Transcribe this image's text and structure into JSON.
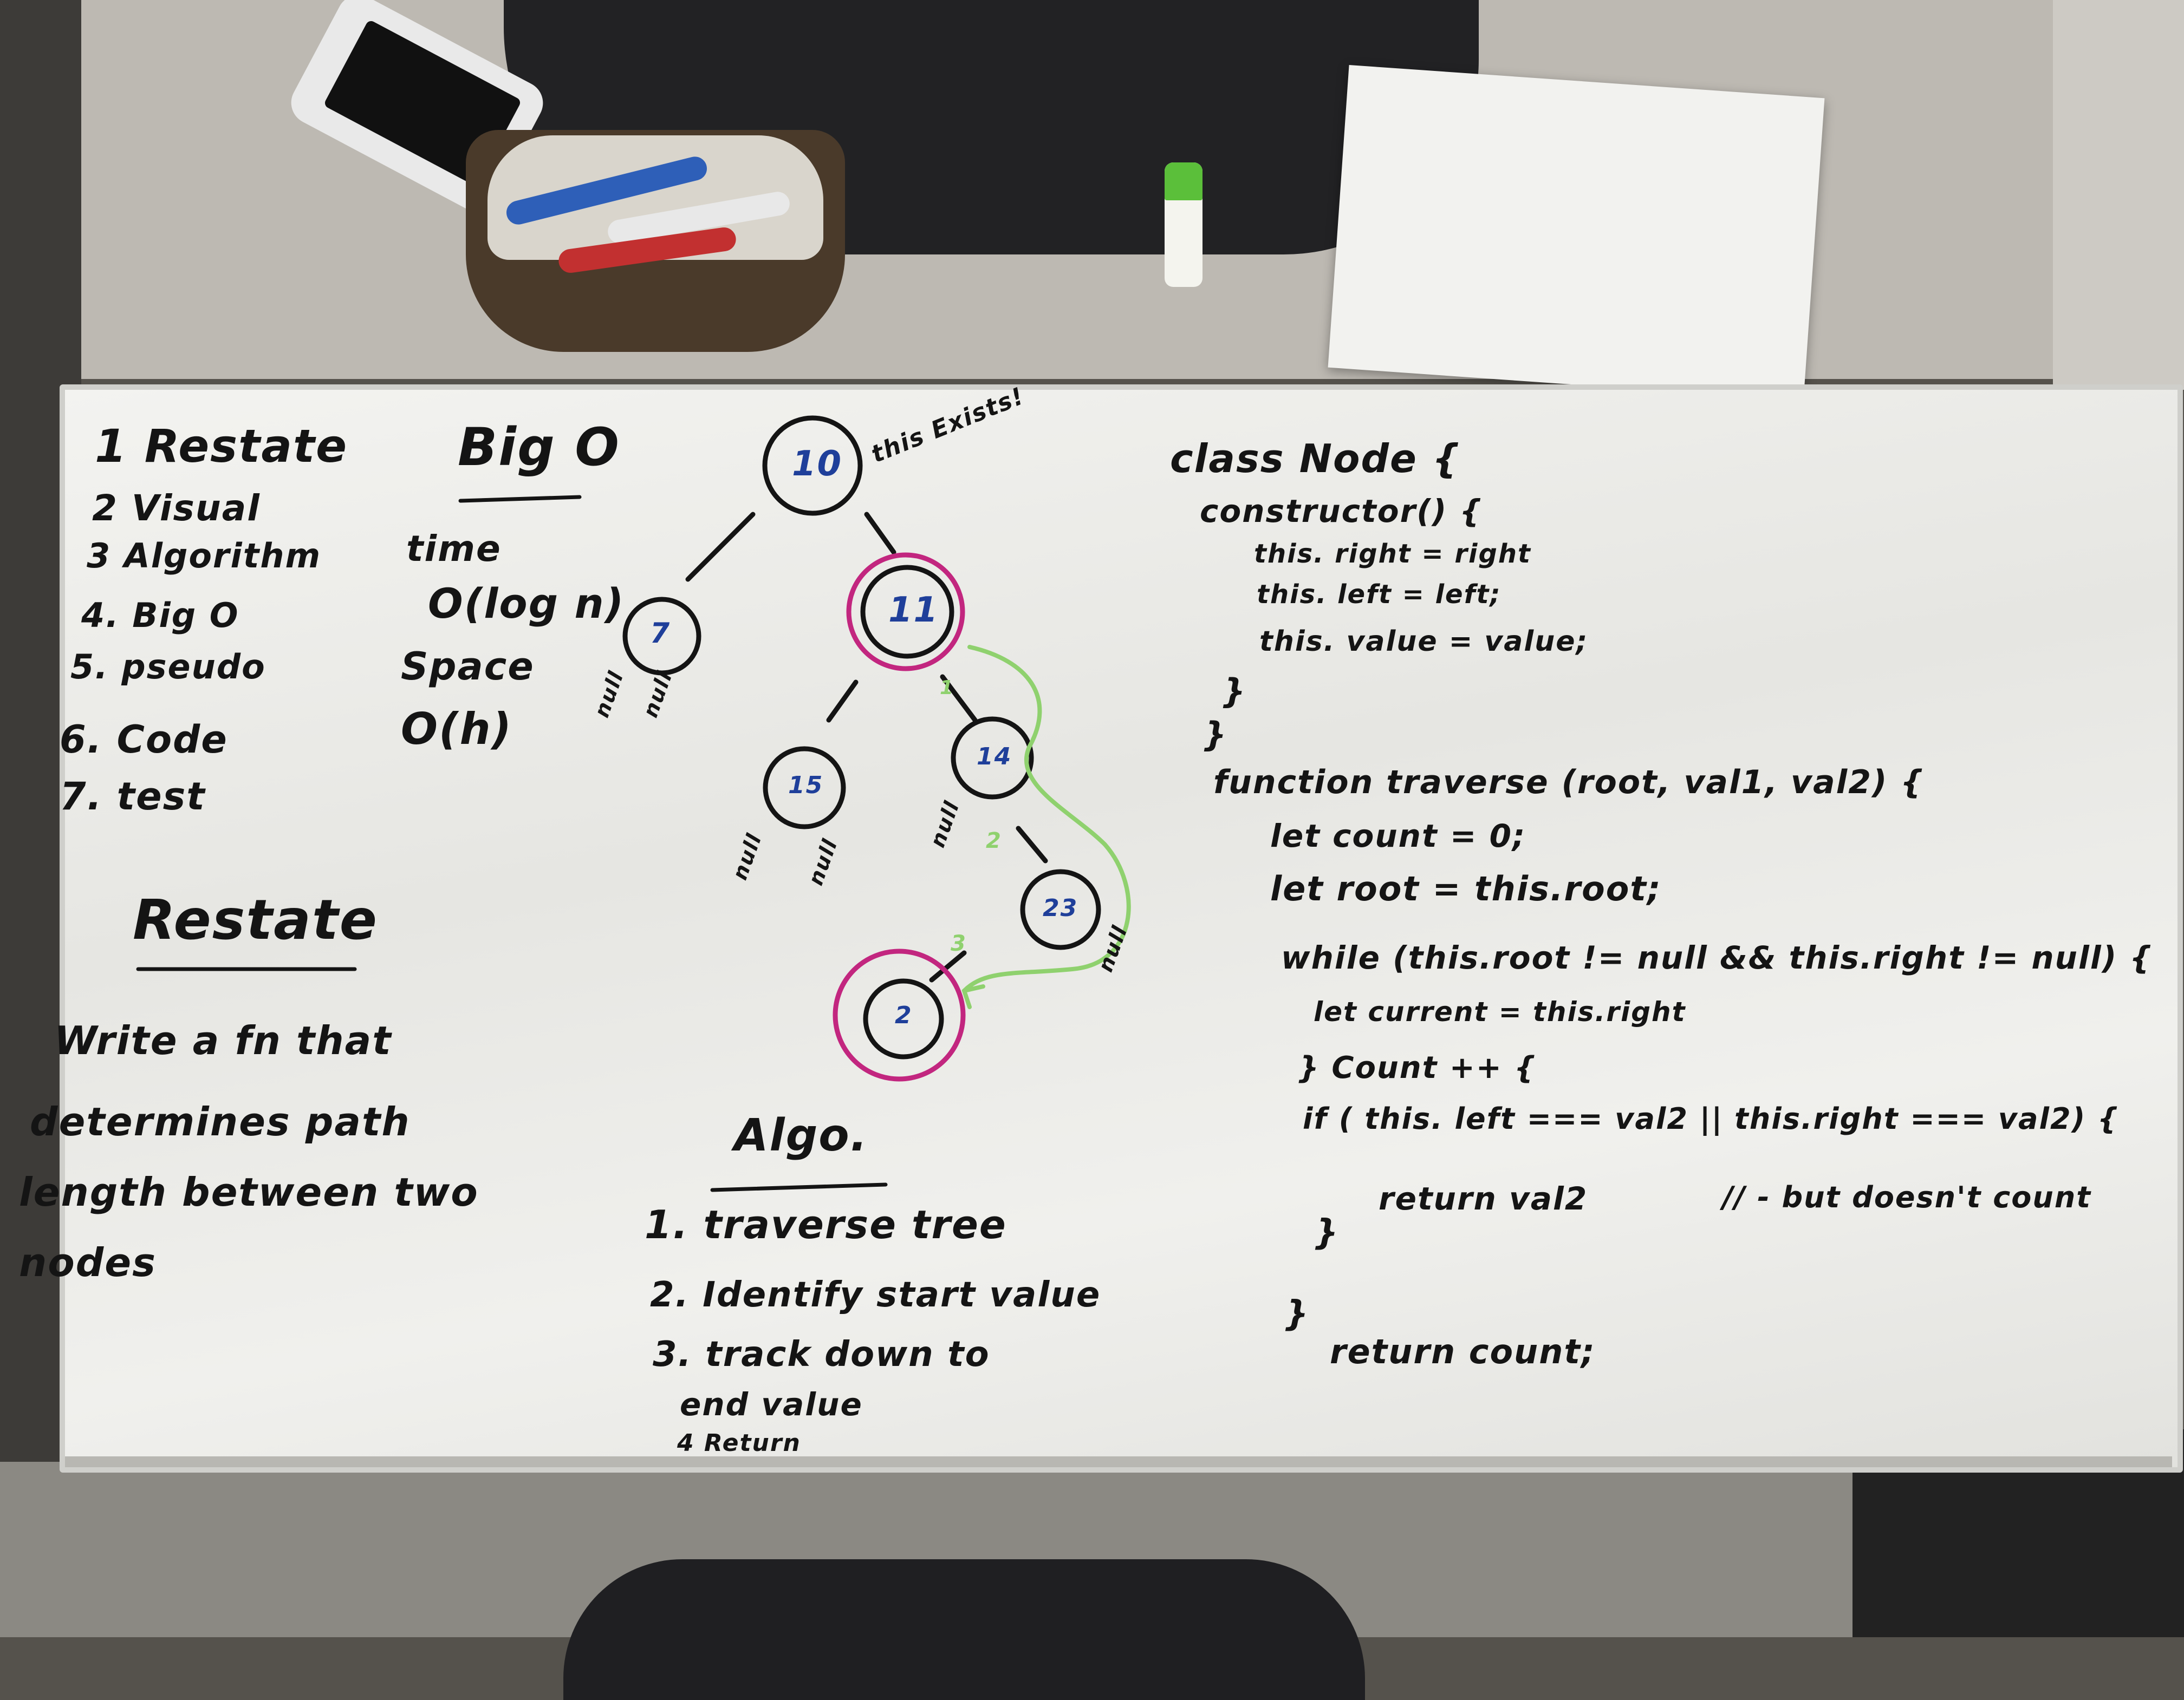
{
  "whiteboard": {
    "steps": [
      "1 Restate",
      "2 Visual",
      "3 Algorithm",
      "4. Big O",
      "5. pseudo",
      "6. Code",
      "7. test"
    ],
    "big_o": {
      "title": "Big O",
      "time_label": "time",
      "time_value": "O(log n)",
      "space_label": "Space",
      "space_value": "O(h)"
    },
    "restate": {
      "title": "Restate",
      "lines": [
        "Write a fn that",
        "determines path",
        "length between two",
        "nodes"
      ]
    },
    "tree": {
      "annotation": "this Exists!",
      "nodes": [
        "10",
        "7",
        "11",
        "15",
        "14",
        "23",
        "2"
      ],
      "null_label": "null",
      "path_steps": [
        "1",
        "2",
        "3"
      ],
      "colors": {
        "highlight": "#c2267f",
        "path": "#8fd16e",
        "node_text": "#1f3f9a",
        "ink": "#141414"
      }
    },
    "algo": {
      "title": "Algo.",
      "steps": [
        "1. traverse tree",
        "2. Identify start value",
        "3. track down to",
        "end value",
        "4 Return"
      ]
    },
    "code": {
      "lines": [
        "class Node {",
        "constructor() {",
        "this. right = right",
        "this. left = left;",
        "this. value = value;",
        "}",
        "}",
        "function traverse (root, val1, val2) {",
        "let count = 0;",
        "let root = this.root;",
        "while (this.root != null && this.right != null) {",
        "let current = this.right",
        "} Count ++ {",
        "if ( this. left === val2 || this.right === val2) {",
        "return val2",
        "// - but doesn't count",
        "}",
        "}",
        "return count;"
      ]
    }
  }
}
